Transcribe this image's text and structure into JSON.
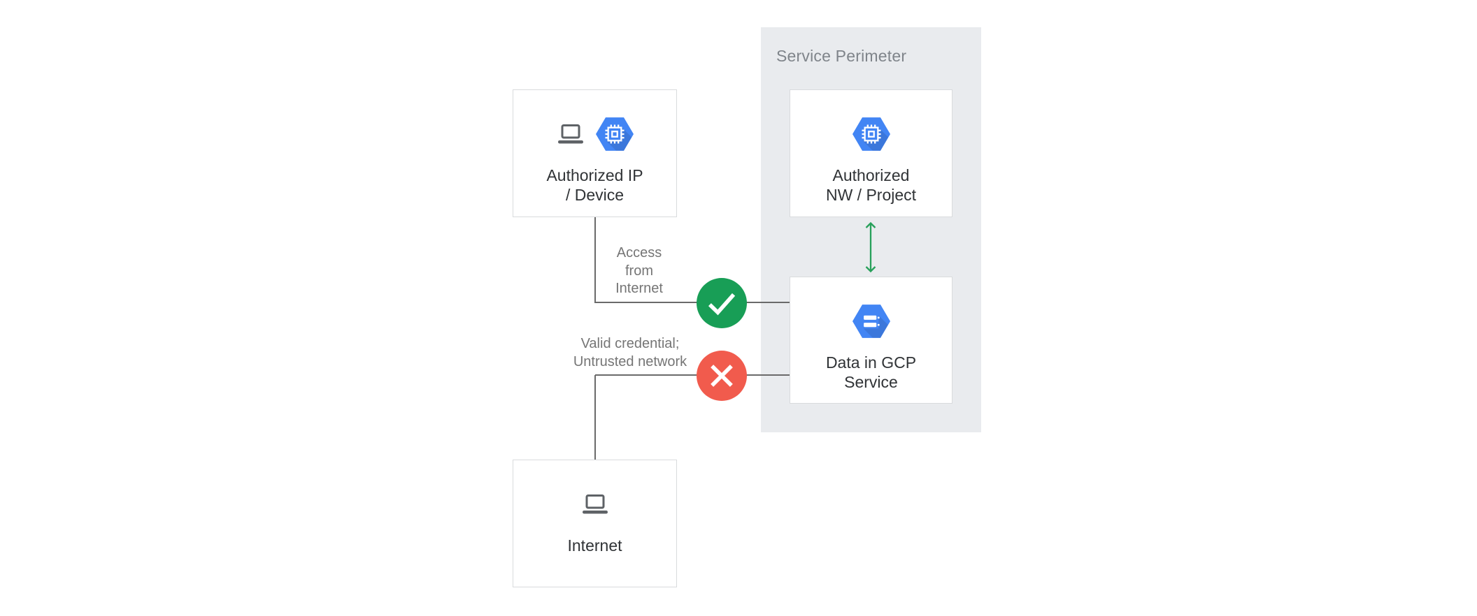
{
  "panel": {
    "label": "Service Perimeter"
  },
  "nodes": {
    "authorized_ip": {
      "label": "Authorized IP\n/ Device"
    },
    "authorized_nw": {
      "label": "Authorized\nNW / Project"
    },
    "data_gcp": {
      "label": "Data in GCP\nService"
    },
    "internet": {
      "label": "Internet"
    }
  },
  "connectors": {
    "access": {
      "label": "Access\nfrom\nInternet",
      "status": "allowed"
    },
    "untrusted": {
      "label": "Valid credential;\nUntrusted network",
      "status": "denied"
    },
    "perimeter_internal": {
      "status": "bidirectional"
    }
  },
  "icons": {
    "laptop": "laptop-icon",
    "chip_hexagon": "gcp-chip-hexagon-icon",
    "storage_hexagon": "gcp-storage-hexagon-icon",
    "check": "check-icon",
    "cross": "cross-icon",
    "double_arrow": "bidirectional-arrow-icon"
  },
  "colors": {
    "panel_bg": "#E9EBEE",
    "line_gray": "#6A6A6A",
    "border_gray": "#D9DBDD",
    "node_text": "#303336",
    "muted_text": "#757575",
    "perimeter_text": "#7F848A",
    "icon_gray": "#5E6266",
    "hexagon_blue": "#4285F4",
    "check_green": "#189E56",
    "cross_red": "#F15B4D",
    "arrow_green": "#27A05A"
  }
}
